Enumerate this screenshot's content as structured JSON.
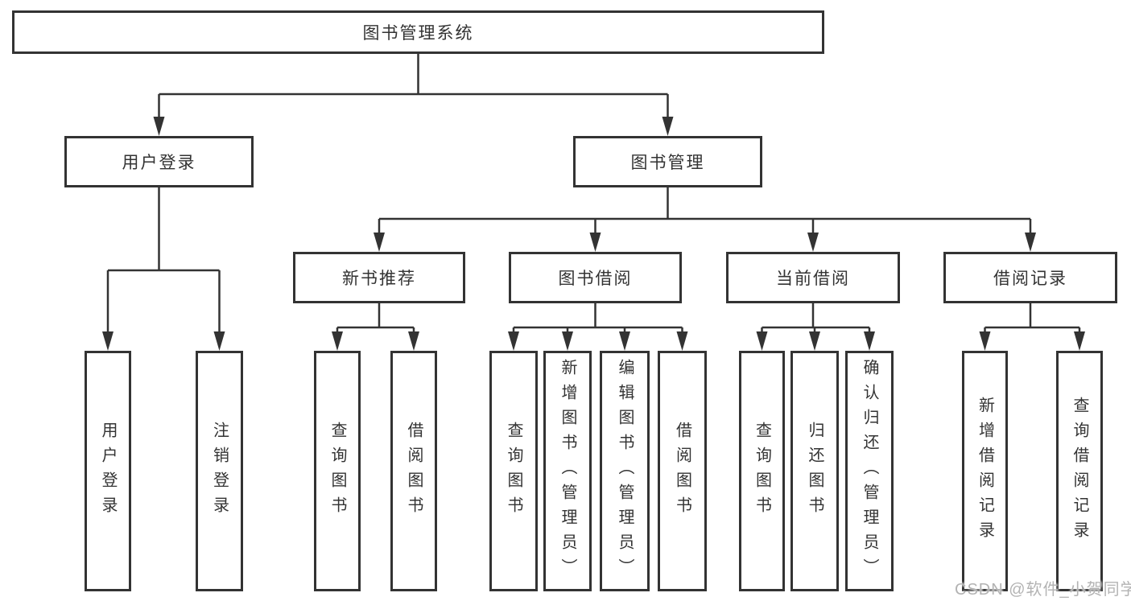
{
  "nodes": {
    "root": {
      "label": "图书管理系统"
    },
    "user_login": {
      "label": "用户登录"
    },
    "book_mgmt": {
      "label": "图书管理"
    },
    "new_book_rec": {
      "label": "新书推荐"
    },
    "book_borrow": {
      "label": "图书借阅"
    },
    "current_borrow": {
      "label": "当前借阅"
    },
    "borrow_record": {
      "label": "借阅记录"
    },
    "login": {
      "label": "用户登录"
    },
    "logout": {
      "label": "注销登录"
    },
    "rec_query_book": {
      "label": "查询图书"
    },
    "rec_borrow_book": {
      "label": "借阅图书"
    },
    "bb_query_book": {
      "label": "查询图书"
    },
    "bb_add_book": {
      "label": "新增图书（管理员）"
    },
    "bb_edit_book": {
      "label": "编辑图书（管理员）"
    },
    "bb_borrow_book": {
      "label": "借阅图书"
    },
    "cb_query_book": {
      "label": "查询图书"
    },
    "cb_return_book": {
      "label": "归还图书"
    },
    "cb_confirm_return": {
      "label": "确认归还（管理员）"
    },
    "br_add_record": {
      "label": "新增借阅记录"
    },
    "br_query_record": {
      "label": "查询借阅记录"
    }
  },
  "edges": [
    [
      "root",
      "user_login"
    ],
    [
      "root",
      "book_mgmt"
    ],
    [
      "user_login",
      "login"
    ],
    [
      "user_login",
      "logout"
    ],
    [
      "book_mgmt",
      "new_book_rec"
    ],
    [
      "book_mgmt",
      "book_borrow"
    ],
    [
      "book_mgmt",
      "current_borrow"
    ],
    [
      "book_mgmt",
      "borrow_record"
    ],
    [
      "new_book_rec",
      "rec_query_book"
    ],
    [
      "new_book_rec",
      "rec_borrow_book"
    ],
    [
      "book_borrow",
      "bb_query_book"
    ],
    [
      "book_borrow",
      "bb_add_book"
    ],
    [
      "book_borrow",
      "bb_edit_book"
    ],
    [
      "book_borrow",
      "bb_borrow_book"
    ],
    [
      "current_borrow",
      "cb_query_book"
    ],
    [
      "current_borrow",
      "cb_return_book"
    ],
    [
      "current_borrow",
      "cb_confirm_return"
    ],
    [
      "borrow_record",
      "br_add_record"
    ],
    [
      "borrow_record",
      "br_query_record"
    ]
  ],
  "watermark": "CSDN @软件_小贺同学",
  "colors": {
    "line": "#333333",
    "text": "#333333",
    "box_background": "#ffffff",
    "page_background": "#ffffff",
    "watermark": "#b3b3b3"
  }
}
